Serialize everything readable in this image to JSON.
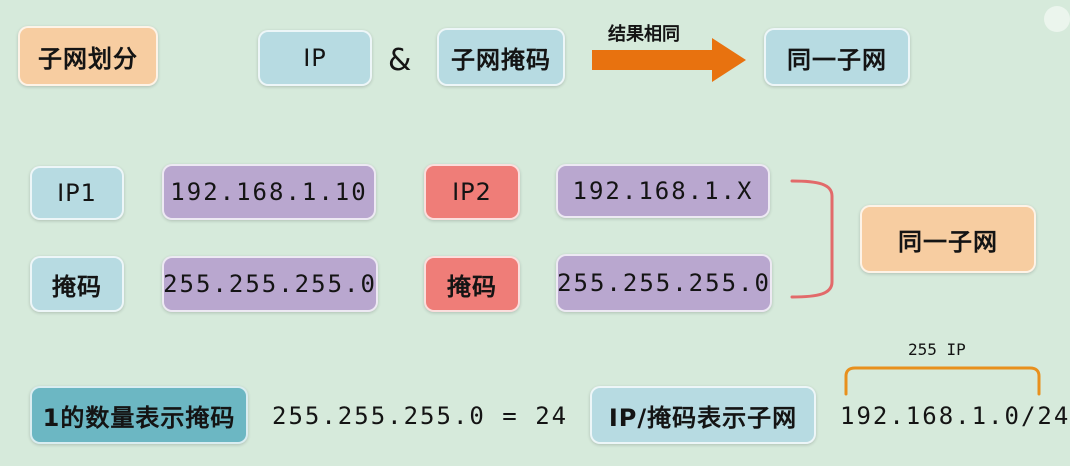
{
  "colors": {
    "background": "#d6eadb",
    "peach": "#f7cda1",
    "light_blue": "#b7dbe2",
    "purple": "#b9a7cf",
    "red": "#ef7d78",
    "teal": "#6cb7c3",
    "arrow": "#e8720f",
    "bracket": "#e26a6a",
    "brace_orange": "#e8901d"
  },
  "row1": {
    "subnet_division": "子网划分",
    "ip": "IP",
    "ampersand": "&",
    "subnet_mask": "子网掩码",
    "arrow_label": "结果相同",
    "same_subnet": "同一子网"
  },
  "rows": {
    "left": {
      "ip_label": "IP1",
      "ip_value": "192.168.1.10",
      "mask_label": "掩码",
      "mask_value": "255.255.255.0"
    },
    "right": {
      "ip_label": "IP2",
      "ip_value": "192.168.1.X",
      "mask_label": "掩码",
      "mask_value": "255.255.255.0"
    },
    "result": "同一子网"
  },
  "bottom": {
    "count_label": "1的数量表示掩码",
    "count_expression": "255.255.255.0 = 24",
    "notation_label": "IP/掩码表示子网",
    "notation_value": "192.168.1.0/24",
    "brace_label": "255 IP"
  }
}
